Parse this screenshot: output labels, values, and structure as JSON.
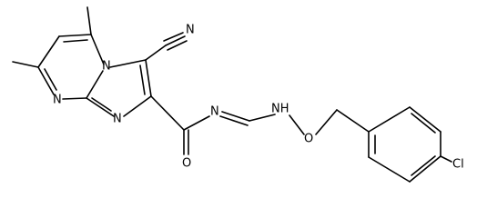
{
  "atoms": {
    "n_nitrile": "N",
    "n_bridgehead": "N",
    "n_pyrimidine": "N",
    "n_imidazole": "N",
    "o_carbonyl": "O",
    "n_imine": "N",
    "nh_amine": "NH",
    "o_ether": "O",
    "cl_substituent": "Cl"
  },
  "colors": {
    "bond": "#000000",
    "label": "#000000",
    "background": "#ffffff"
  }
}
